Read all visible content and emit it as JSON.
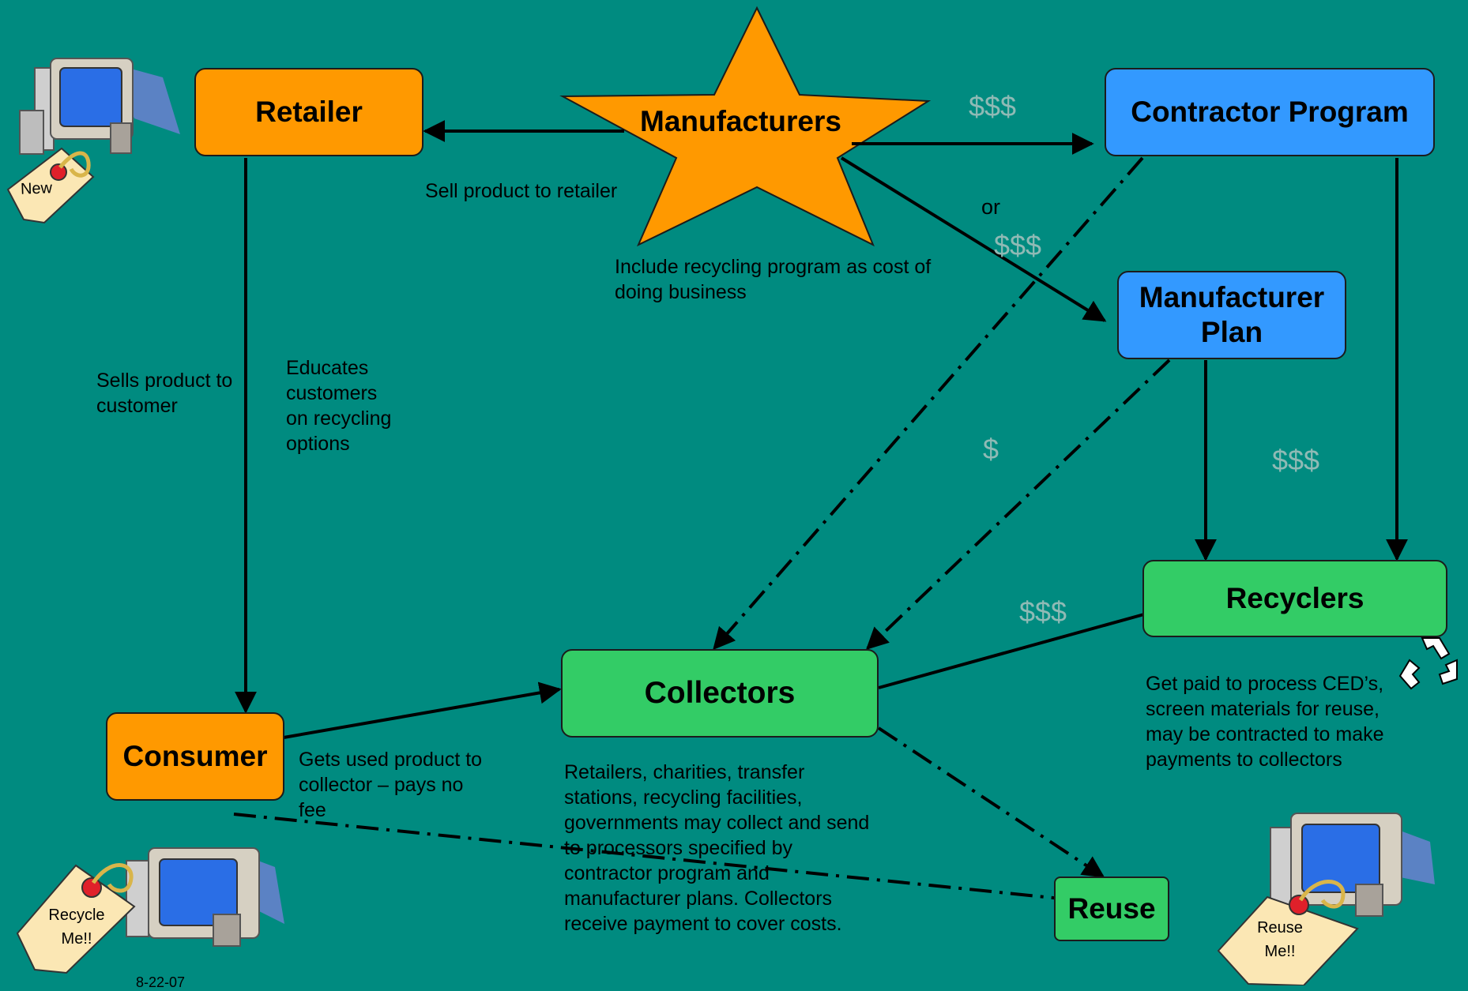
{
  "nodes": {
    "manufacturers": "Manufacturers",
    "retailer": "Retailer",
    "contractor_program": "Contractor Program",
    "manufacturer_plan": "Manufacturer\nPlan",
    "consumer": "Consumer",
    "collectors": "Collectors",
    "recyclers": "Recyclers",
    "reuse": "Reuse"
  },
  "labels": {
    "sell_to_retailer": "Sell product to retailer",
    "include_recycling": "Include recycling program as cost of\ndoing business",
    "or": "or",
    "sells_to_customer": "Sells product to\ncustomer",
    "educates": "Educates\ncustomers\non recycling\noptions",
    "gets_used_product": "Gets used product to\ncollector – pays no\nfee",
    "collectors_desc": "Retailers, charities, transfer\nstations, recycling facilities,\ngovernments may collect and send\nto processors specified by\ncontractor program and\nmanufacturer plans.  Collectors\nreceive payment to cover costs.",
    "recyclers_desc": "Get paid to process CED’s,\nscreen materials for reuse,\nmay be contracted to make\npayments to collectors"
  },
  "money": {
    "mfr_to_contractor": "$$$",
    "mfr_to_plan": "$$$",
    "plan_to_collectors": "$",
    "plan_to_recyclers": "$$$",
    "recyclers_to_collectors": "$$$"
  },
  "tags": {
    "new": "New",
    "recycle_me": "Recycle\nMe!!",
    "reuse_me": "Reuse\nMe!!"
  },
  "date": "8-22-07",
  "colors": {
    "background": "#008B80",
    "orange_box": "#FF9900",
    "blue_box": "#3399FF",
    "green_box": "#33CC66",
    "money_text": "#8fbab5"
  }
}
